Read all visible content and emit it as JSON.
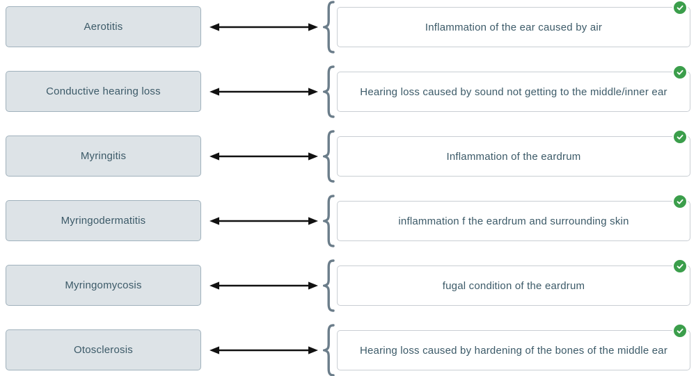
{
  "exercise": {
    "kind": "term-definition matching",
    "status_all": "correct"
  },
  "colors": {
    "term_card_bg": "#dde3e7",
    "term_card_border": "#a0b1bc",
    "definition_card_bg": "#ffffff",
    "definition_card_border": "#c9ced3",
    "text": "#3c5a68",
    "brace": "#6b7d8a",
    "arrow": "#111111",
    "check_green": "#3b9e4b"
  },
  "icons": {
    "status": "check-circle",
    "connector": "double-headed-arrow",
    "grouping": "left-curly-brace"
  },
  "pairs": [
    {
      "term": "Aerotitis",
      "definition": "Inflammation of the ear caused by air",
      "status": "correct"
    },
    {
      "term": "Conductive hearing loss",
      "definition": "Hearing loss caused by sound not getting to the middle/inner ear",
      "status": "correct"
    },
    {
      "term": "Myringitis",
      "definition": "Inflammation of the eardrum",
      "status": "correct"
    },
    {
      "term": "Myringodermatitis",
      "definition": "inflammation f the eardrum and surrounding skin",
      "status": "correct"
    },
    {
      "term": "Myringomycosis",
      "definition": "fugal condition of the eardrum",
      "status": "correct"
    },
    {
      "term": "Otosclerosis",
      "definition": "Hearing loss caused by hardening of the bones of the middle ear",
      "status": "correct"
    }
  ]
}
